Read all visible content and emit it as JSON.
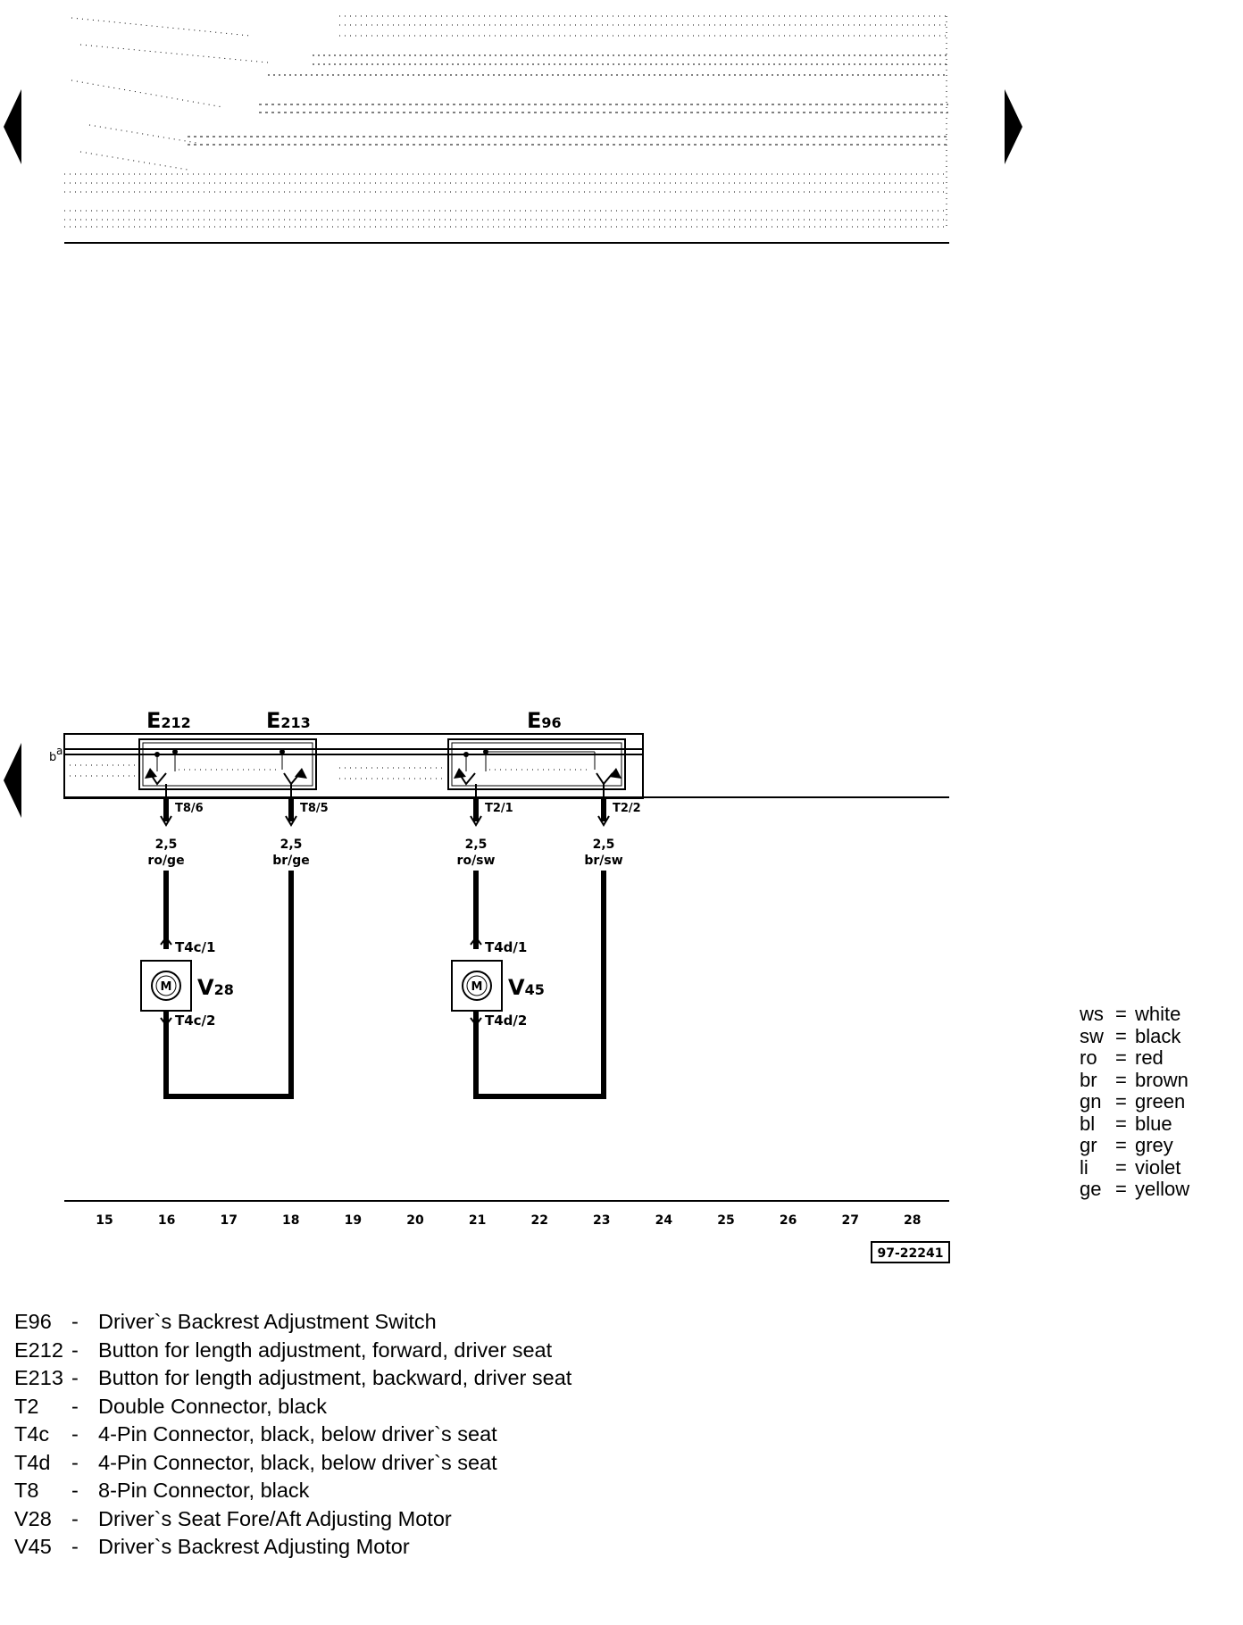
{
  "navigation": {
    "prev_icon": "triangle-left-icon",
    "next_icon": "triangle-right-icon"
  },
  "diagram": {
    "busbar_labels": [
      "a",
      "b"
    ],
    "components": {
      "e212": {
        "code": "E",
        "sub": "212"
      },
      "e213": {
        "code": "E",
        "sub": "213"
      },
      "e96": {
        "code": "E",
        "sub": "96"
      },
      "v28": {
        "code": "V",
        "sub": "28"
      },
      "v45": {
        "code": "V",
        "sub": "45"
      }
    },
    "motor_symbol": "M",
    "wires": [
      {
        "top_terminal": "T8/6",
        "size": "2,5",
        "color": "ro/ge",
        "motor_in": "T4c/1",
        "motor_out": "T4c/2"
      },
      {
        "top_terminal": "T8/5",
        "size": "2,5",
        "color": "br/ge"
      },
      {
        "top_terminal": "T2/1",
        "size": "2,5",
        "color": "ro/sw",
        "motor_in": "T4d/1",
        "motor_out": "T4d/2"
      },
      {
        "top_terminal": "T2/2",
        "size": "2,5",
        "color": "br/sw"
      }
    ],
    "current_tracks": [
      "15",
      "16",
      "17",
      "18",
      "19",
      "20",
      "21",
      "22",
      "23",
      "24",
      "25",
      "26",
      "27",
      "28"
    ],
    "diagram_number": "97-22241"
  },
  "color_legend": [
    {
      "code": "ws",
      "name": "white"
    },
    {
      "code": "sw",
      "name": "black"
    },
    {
      "code": "ro",
      "name": "red"
    },
    {
      "code": "br",
      "name": "brown"
    },
    {
      "code": "gn",
      "name": "green"
    },
    {
      "code": "bl",
      "name": "blue"
    },
    {
      "code": "gr",
      "name": "grey"
    },
    {
      "code": "li",
      "name": "violet"
    },
    {
      "code": "ge",
      "name": "yellow"
    }
  ],
  "component_key": [
    {
      "code": "E96",
      "desc": "Driver`s Backrest Adjustment Switch"
    },
    {
      "code": "E212",
      "desc": "Button for length adjustment, forward, driver seat"
    },
    {
      "code": "E213",
      "desc": "Button for length adjustment, backward, driver seat"
    },
    {
      "code": "T2",
      "desc": "Double Connector, black"
    },
    {
      "code": "T4c",
      "desc": "4-Pin Connector, black, below driver`s seat"
    },
    {
      "code": "T4d",
      "desc": "4-Pin Connector, black, below driver`s seat"
    },
    {
      "code": "T8",
      "desc": "8-Pin Connector, black"
    },
    {
      "code": "V28",
      "desc": "Driver`s Seat Fore/Aft Adjusting Motor"
    },
    {
      "code": "V45",
      "desc": "Driver`s Backrest Adjusting Motor"
    }
  ],
  "key_dash": "-",
  "legend_eq": "="
}
